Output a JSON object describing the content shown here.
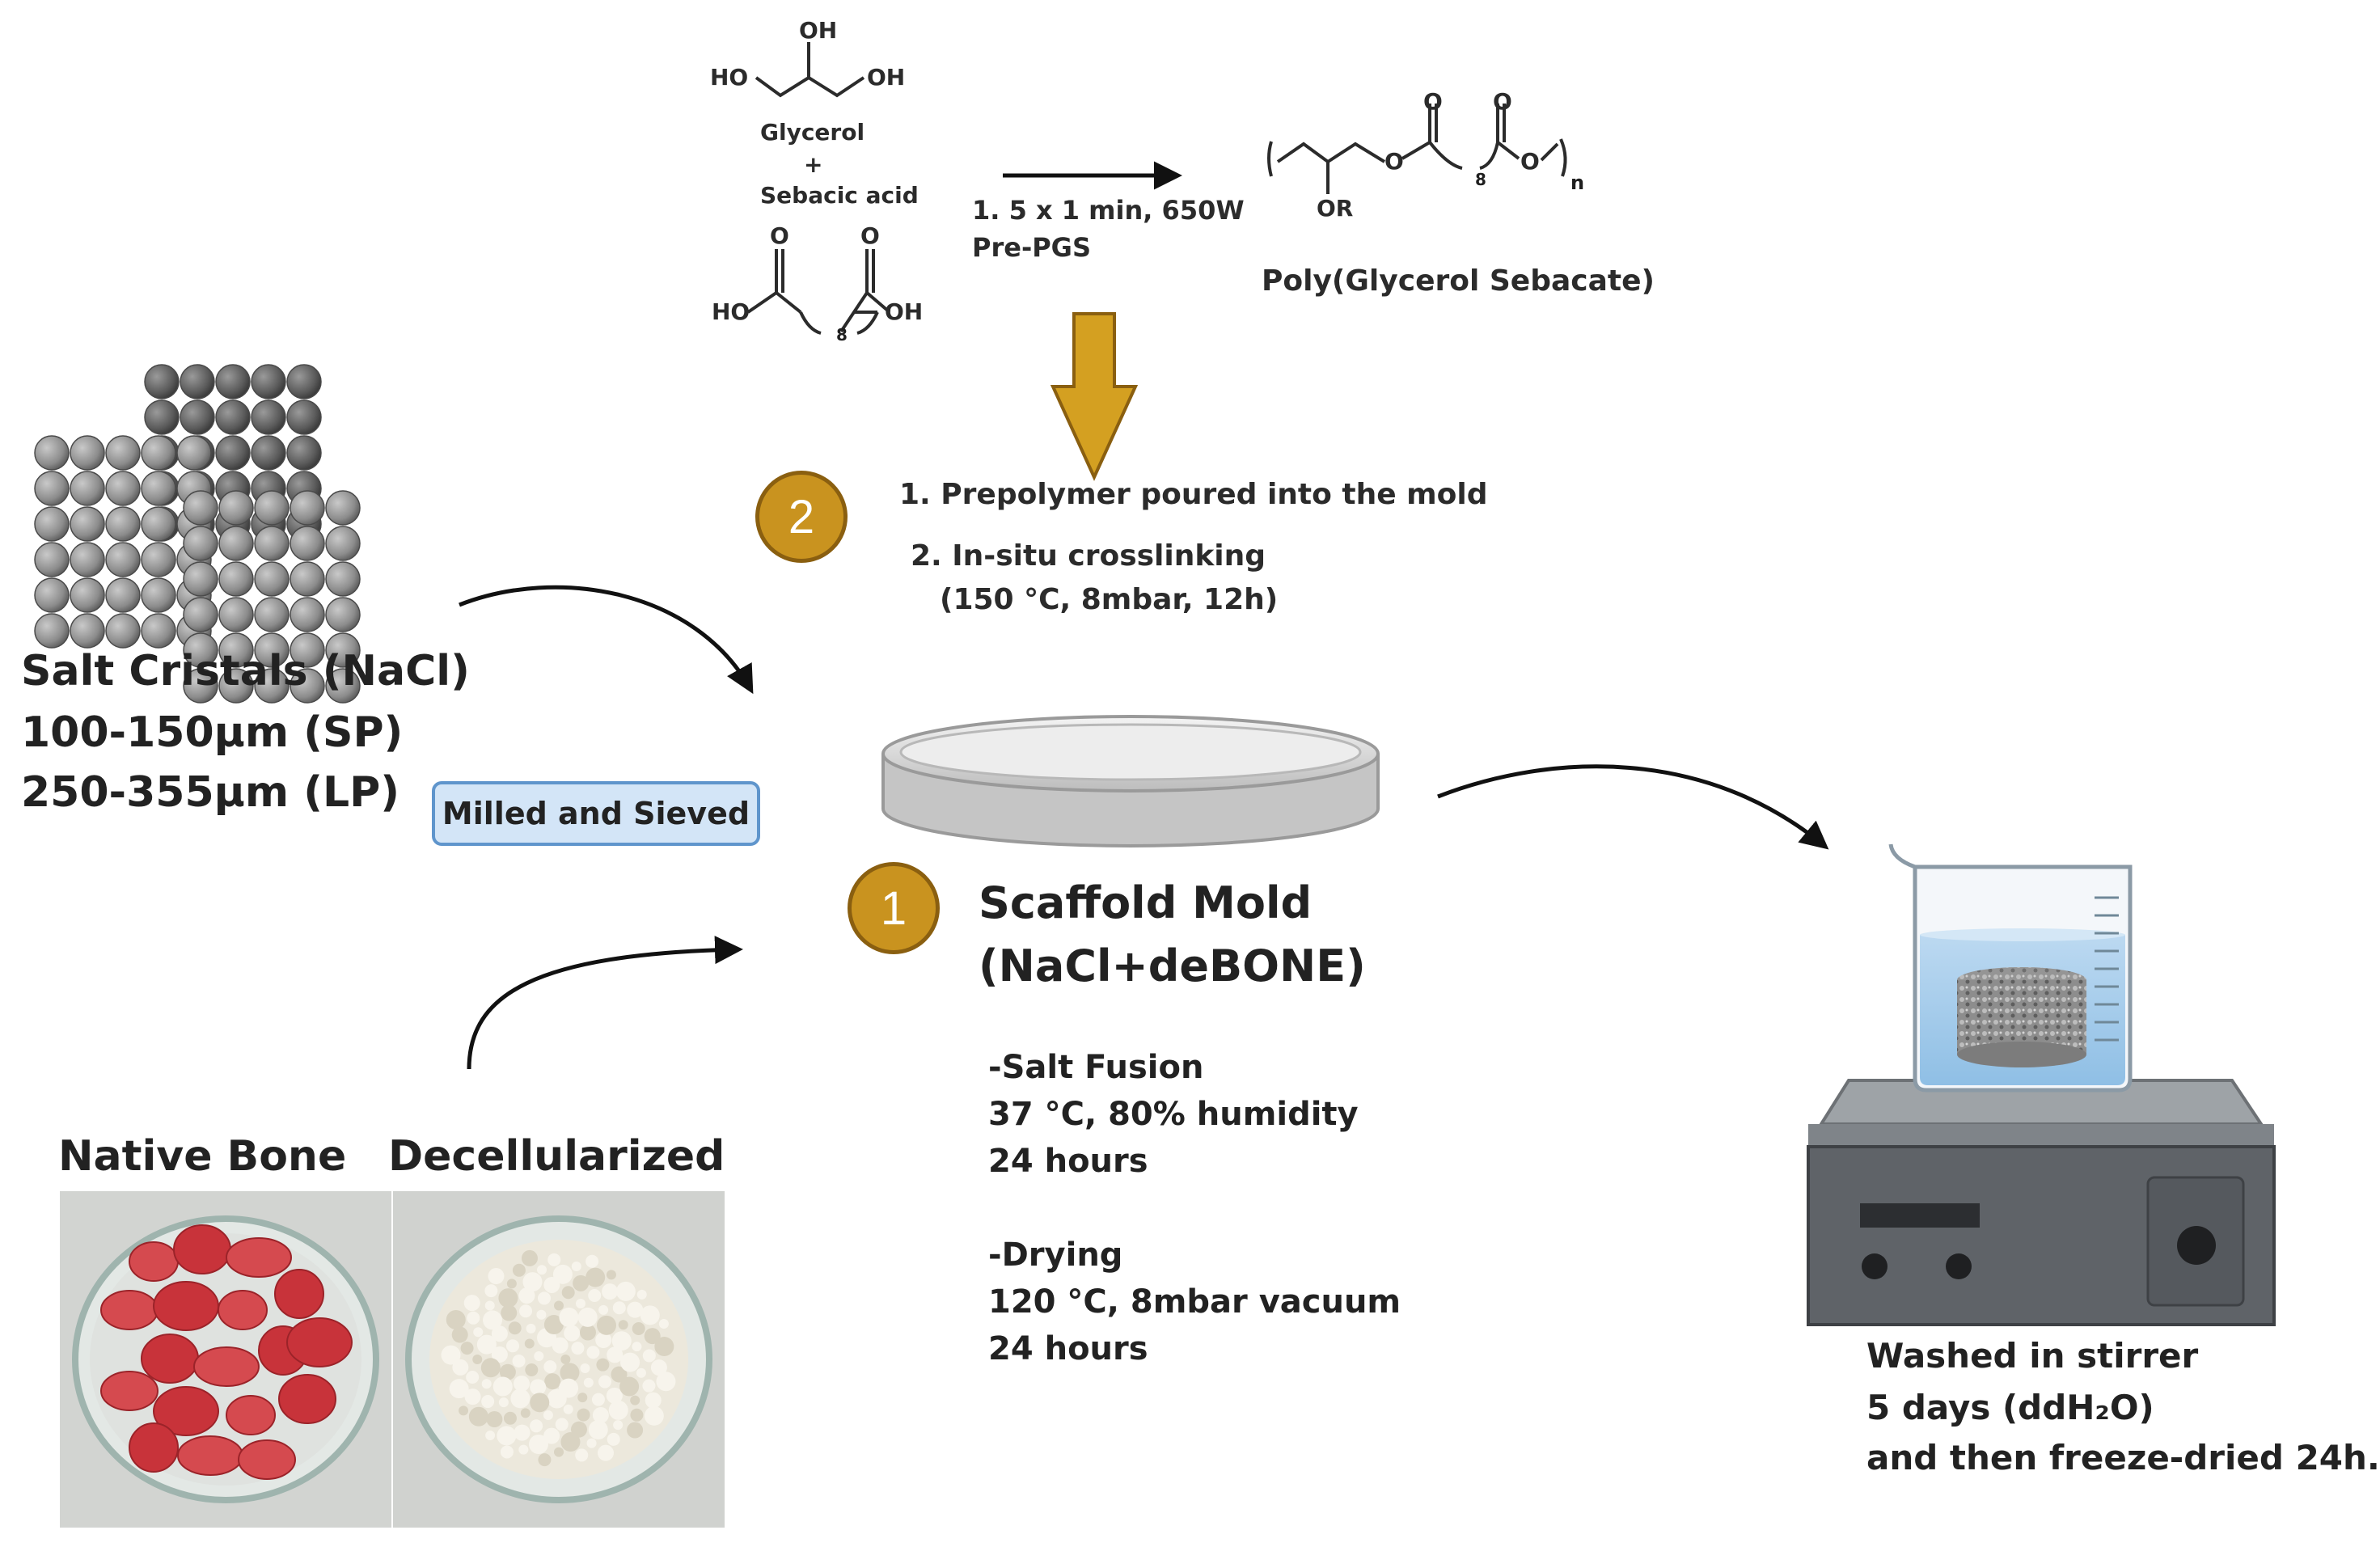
{
  "synthesis": {
    "glycerol_label": "Glycerol",
    "plus": "+",
    "sebacic_label": "Sebacic acid",
    "glycerol_groups": {
      "oh_top": "OH",
      "ho_left": "HO",
      "oh_right": "OH"
    },
    "sebacic_groups": {
      "ho_left": "HO",
      "oh_right": "OH",
      "o_left": "O",
      "o_right": "O",
      "subscript": "8"
    },
    "reaction_condition": "1. 5 x 1 min, 650W",
    "reaction_product_stage": "Pre-PGS",
    "polymer_name": "Poly(Glycerol Sebacate)",
    "polymer_groups": {
      "or": "OR",
      "o1": "O",
      "o2": "O",
      "o3": "O",
      "o4": "O",
      "subscript": "8",
      "n": "n"
    }
  },
  "step2": {
    "badge": "2",
    "line1": "1. Prepolymer poured into the mold",
    "line2": "2. In-situ crosslinking",
    "line3": "(150 °C, 8mbar, 12h)"
  },
  "salt": {
    "title": "Salt Cristals (NaCl)",
    "sp": "100-150μm (SP)",
    "lp": "250-355μm (LP)"
  },
  "milled_label": "Milled and Sieved",
  "bone": {
    "native_label": "Native Bone",
    "decell_label": "Decellularized"
  },
  "mold": {
    "badge": "1",
    "title_line1": "Scaffold Mold",
    "title_line2": "(NaCl+deBONE)",
    "fusion_title": "-Salt Fusion",
    "fusion_cond": "37 °C, 80% humidity",
    "fusion_time": "24 hours",
    "drying_title": "-Drying",
    "drying_cond": "120 °C, 8mbar vacuum",
    "drying_time": "24 hours"
  },
  "wash": {
    "line1": "Washed in stirrer",
    "line2": "5 days (ddH₂O)",
    "line3": "and then freeze-dried 24h."
  },
  "colors": {
    "badge_fill": "#c9931f",
    "down_arrow": "#d4a021",
    "pill_fill": "#d3e5f7",
    "pill_border": "#5f95cc",
    "water": "#a9cdea",
    "meat": "#c8333a",
    "bone_powder": "#ece8dc"
  }
}
